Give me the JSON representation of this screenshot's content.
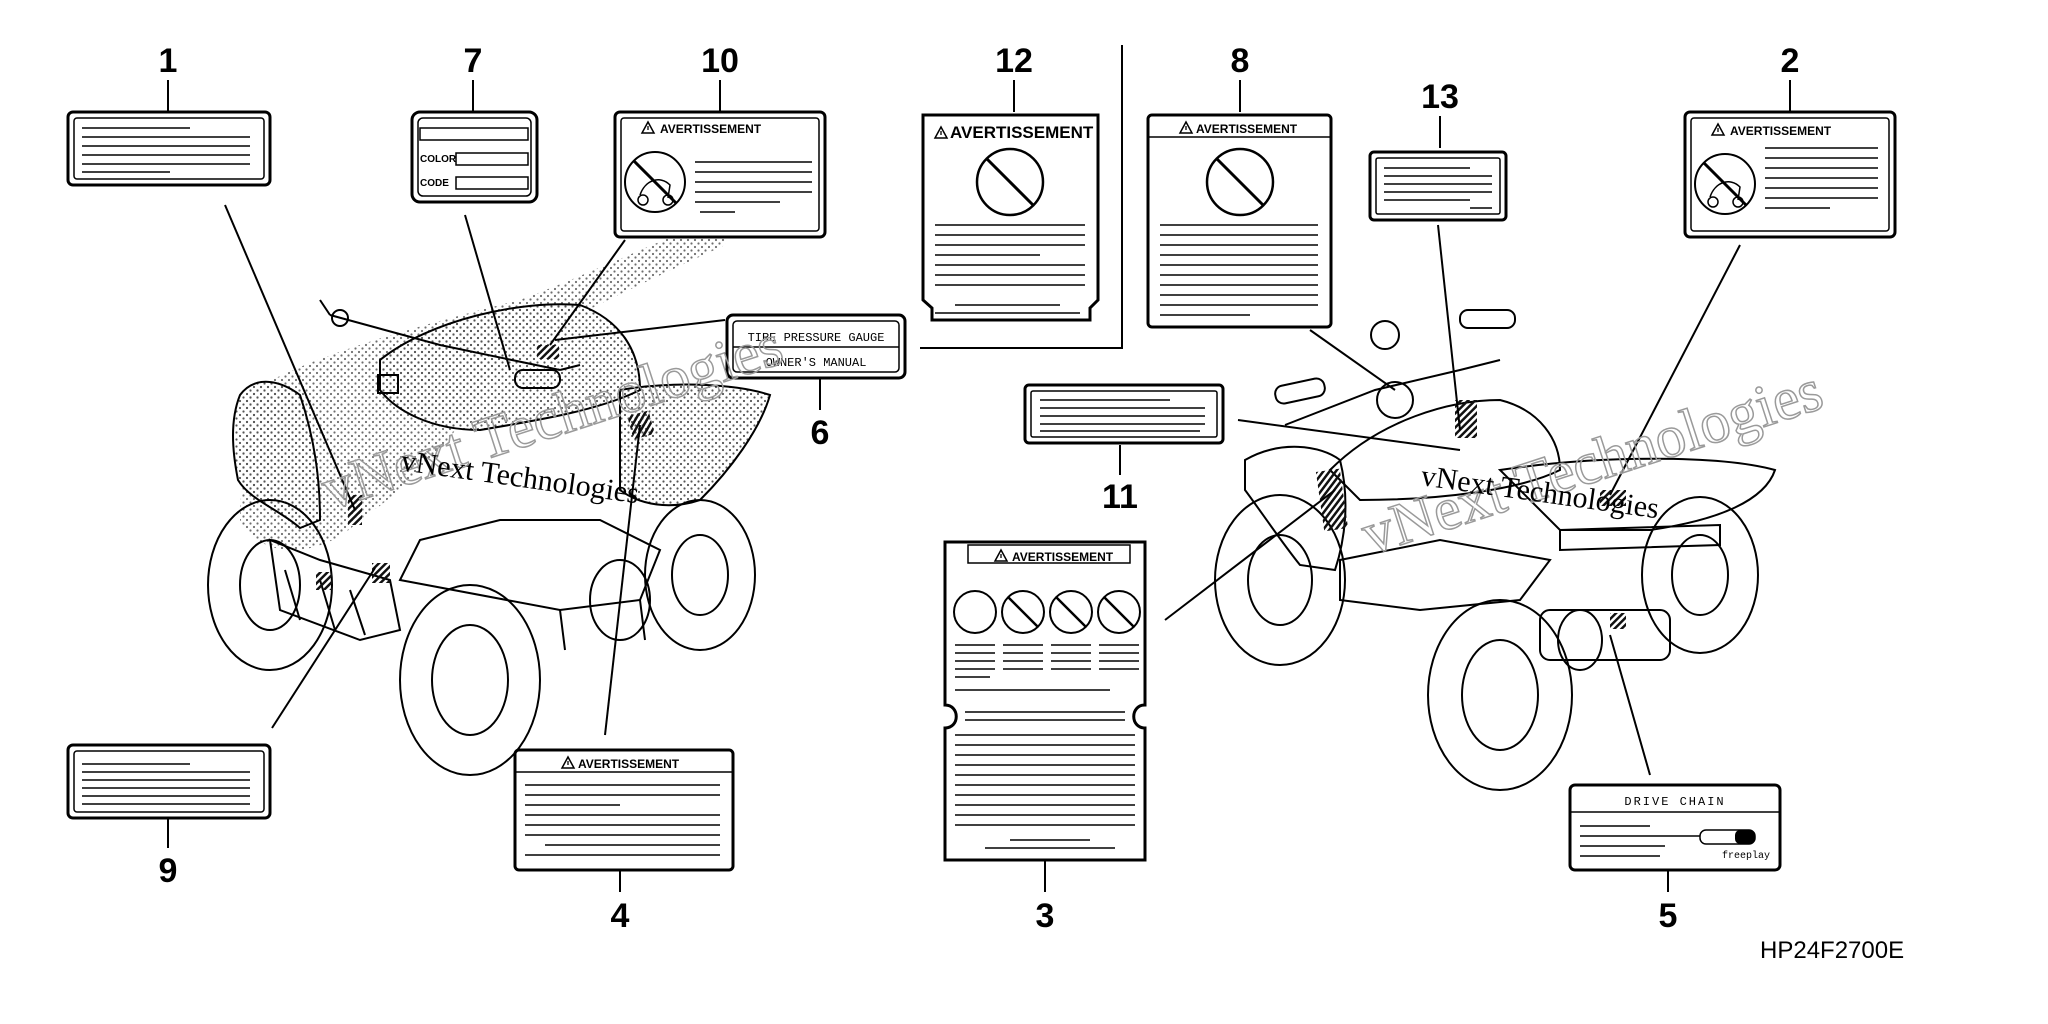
{
  "diagram": {
    "part_code": "HP24F2700E",
    "watermark": "vNext Technologies",
    "callouts": [
      "1",
      "2",
      "3",
      "4",
      "5",
      "6",
      "7",
      "8",
      "9",
      "10",
      "11",
      "12",
      "13"
    ],
    "warning_header": "AVERTISSEMENT",
    "color_label_text": {
      "color": "COLOR",
      "code": "CODE"
    },
    "tire_label": {
      "line1": "TIRE PRESSURE GAUGE",
      "line2": "OWNER'S MANUAL"
    },
    "drive_chain_label": {
      "title": "DRIVE CHAIN",
      "note": "freeplay"
    }
  }
}
